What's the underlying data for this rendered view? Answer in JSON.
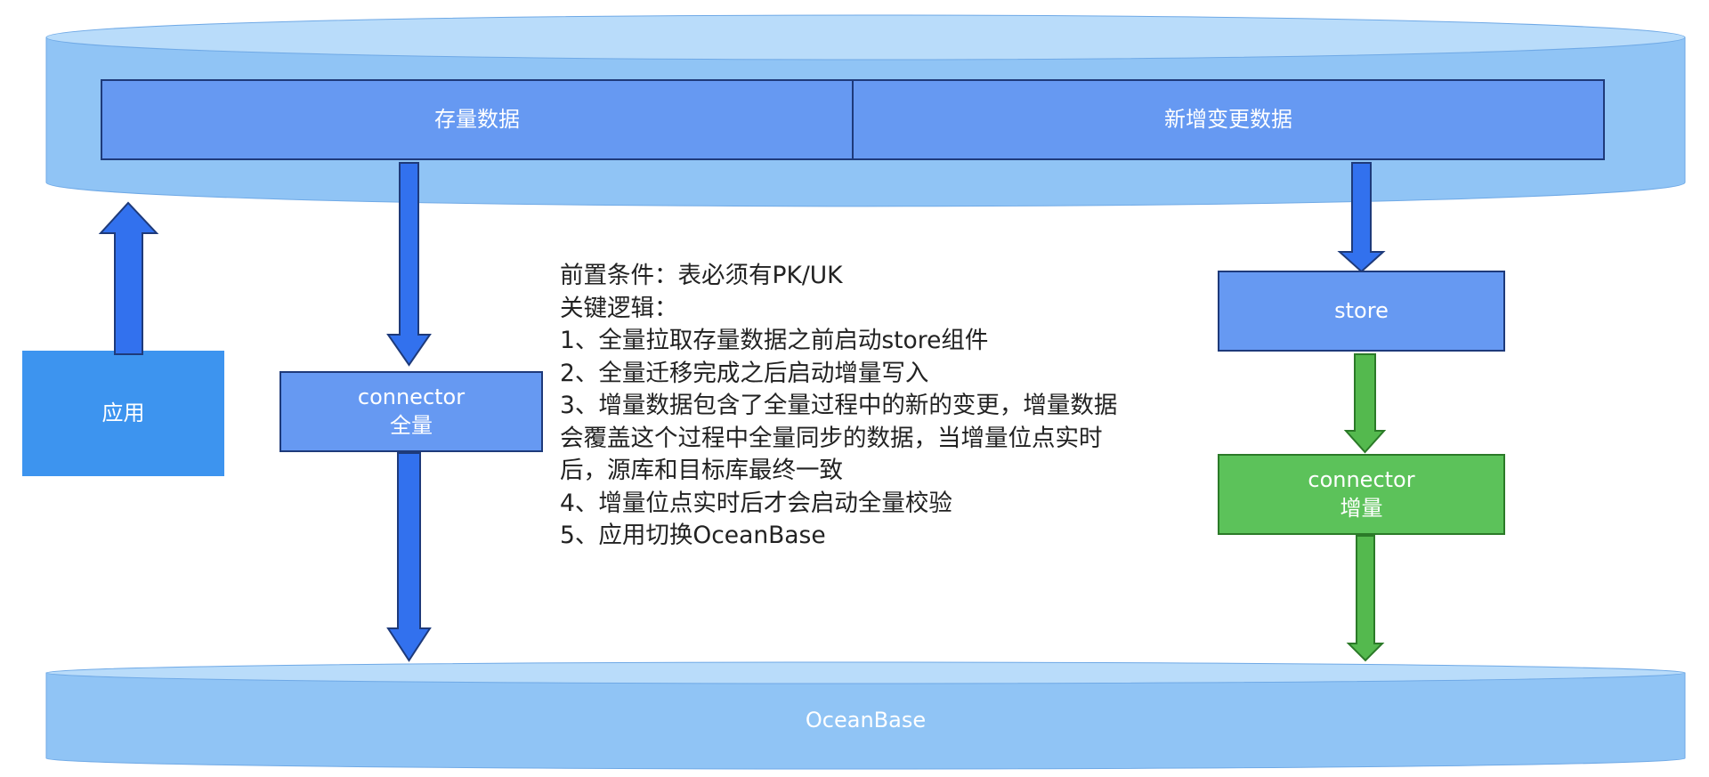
{
  "source_segments": {
    "existing_data": "存量数据",
    "new_change_data": "新增变更数据"
  },
  "app_box": {
    "label": "应用"
  },
  "connector_full": {
    "line1": "connector",
    "line2": "全量"
  },
  "store_box": {
    "label": "store"
  },
  "connector_incr": {
    "line1": "connector",
    "line2": "增量"
  },
  "target_db": {
    "label": "OceanBase"
  },
  "notes": [
    "前置条件：表必须有PK/UK",
    "关键逻辑：",
    "1、全量拉取存量数据之前启动store组件",
    "2、全量迁移完成之后启动增量写入",
    "3、增量数据包含了全量过程中的新的变更，增量数据",
    "会覆盖这个过程中全量同步的数据，当增量位点实时",
    "后，源库和目标库最终一致",
    "4、增量位点实时后才会启动全量校验",
    "5、应用切换OceanBase"
  ],
  "colors": {
    "db_fill": "#90c4f5",
    "db_top": "#b9dcfa",
    "segment_fill": "#6699f2",
    "app_fill": "#3d94ef",
    "blue_arrow": "#3271ee",
    "green_box": "#5cc25a",
    "green_arrow": "#54b94e",
    "stroke_dark": "#1e3a7a",
    "green_stroke": "#2b7a28"
  }
}
